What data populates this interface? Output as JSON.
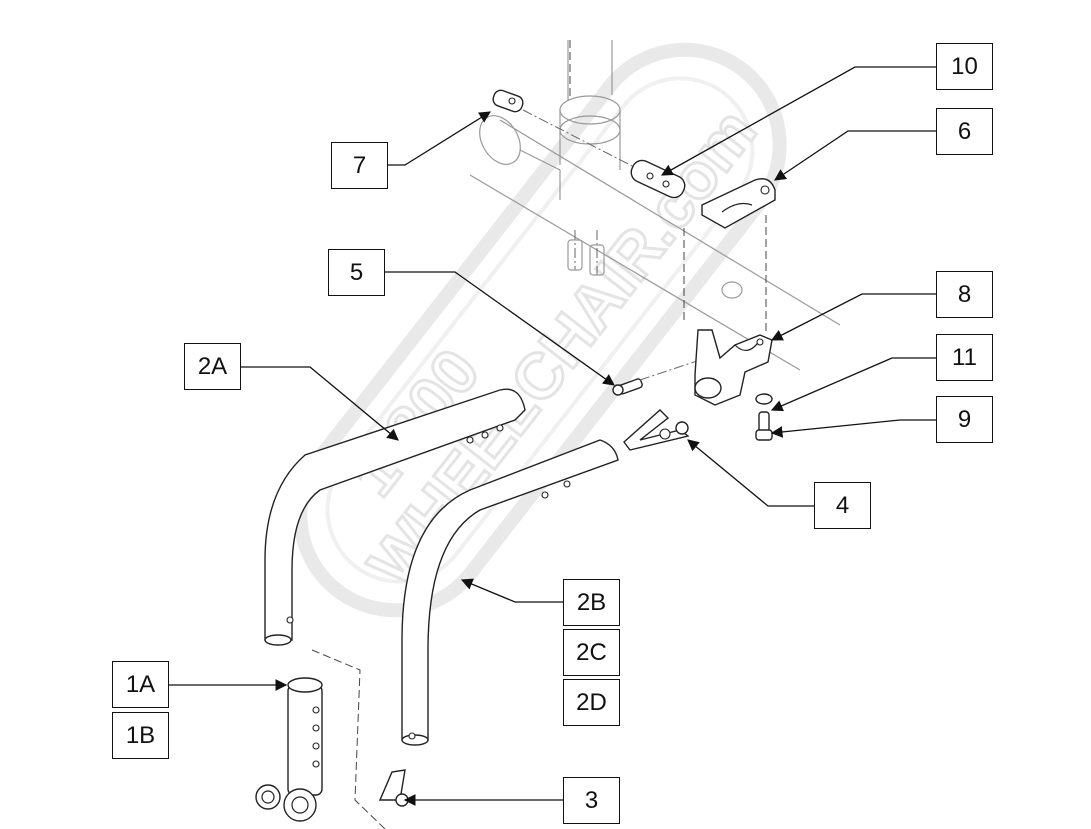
{
  "watermark": {
    "line1": "1-800",
    "line2": "WHEELCHAIR.com"
  },
  "callouts": {
    "c10": "10",
    "c6": "6",
    "c7": "7",
    "c5": "5",
    "c8": "8",
    "c11": "11",
    "c9": "9",
    "c2A": "2A",
    "c4": "4",
    "c2B": "2B",
    "c2C": "2C",
    "c2D": "2D",
    "c1A": "1A",
    "c1B": "1B",
    "c3": "3"
  }
}
